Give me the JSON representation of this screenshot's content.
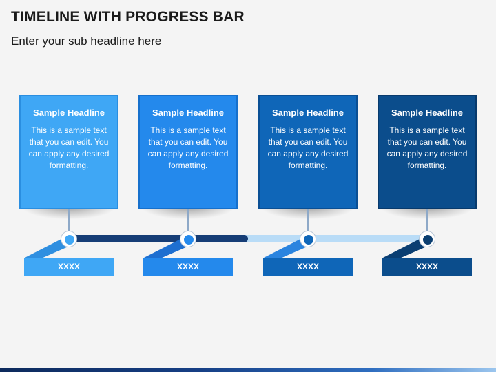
{
  "title": "TIMELINE WITH PROGRESS BAR",
  "subtitle": "Enter your sub headline here",
  "colors": {
    "card1": "#3fa7f5",
    "card2": "#2489ec",
    "card3": "#0f66b8",
    "card4": "#0b4d8c",
    "track_done": "#163d76",
    "track_pending": "#b9dcf7"
  },
  "progress_fraction": 0.5,
  "items": [
    {
      "headline": "Sample Headline",
      "body": "This is a sample text that you can edit. You can apply any desired formatting.",
      "label": "XXXX"
    },
    {
      "headline": "Sample Headline",
      "body": "This is a sample text that you can edit. You can apply any desired formatting.",
      "label": "XXXX"
    },
    {
      "headline": "Sample Headline",
      "body": "This is a sample text that you can edit. You can apply any desired formatting.",
      "label": "XXXX"
    },
    {
      "headline": "Sample Headline",
      "body": "This is a sample text that you can edit. You can apply any desired formatting.",
      "label": "XXXX"
    }
  ]
}
